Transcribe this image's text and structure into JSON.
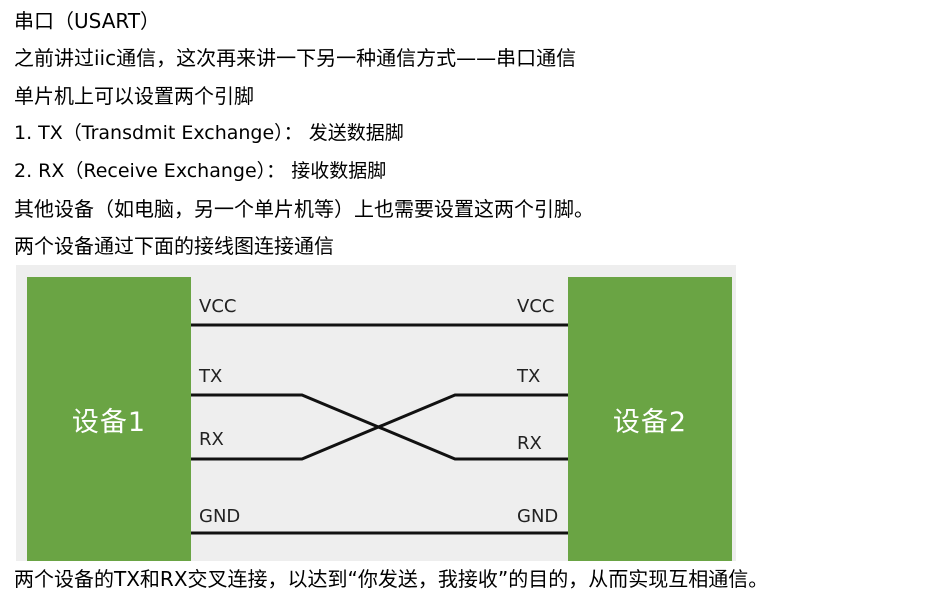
{
  "text": {
    "title": "串口（USART）",
    "intro": "之前讲过iic通信，这次再来讲一下另一种通信方式——串口通信",
    "pins_intro": "单片机上可以设置两个引脚",
    "item_tx": "1. TX（Transdmit Exchange）： 发送数据脚",
    "item_rx": "2. RX（Receive Exchange）： 接收数据脚",
    "other_devices": "其他设备（如电脑，另一个单片机等）上也需要设置这两个引脚。",
    "wiring_intro": "两个设备通过下面的接线图连接通信",
    "conclusion": "两个设备的TX和RX交叉连接，以达到“你发送，我接收”的目的，从而实现互相通信。"
  },
  "diagram": {
    "device_left": "设备1",
    "device_right": "设备2",
    "left_pins": {
      "vcc": "VCC",
      "tx": "TX",
      "rx": "RX",
      "gnd": "GND"
    },
    "right_pins": {
      "vcc": "VCC",
      "tx": "TX",
      "rx": "RX",
      "gnd": "GND"
    },
    "colors": {
      "device_fill": "#6aa444",
      "background": "#eeeeee",
      "wire": "#111111"
    }
  }
}
